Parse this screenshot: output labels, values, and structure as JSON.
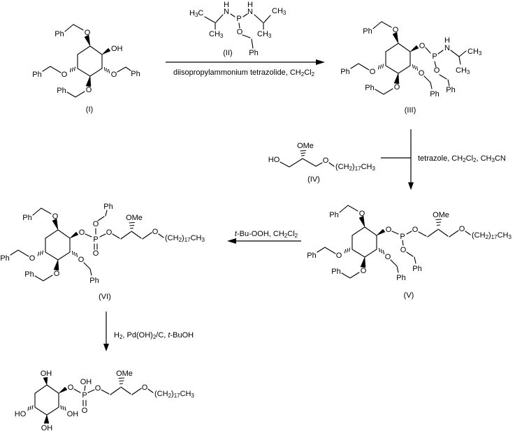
{
  "t": {
    "Ph": "Ph",
    "O": "O",
    "OH": "OH",
    "HO": "HO",
    "OMe": "OMe",
    "N": "N",
    "P": "P",
    "H": "H",
    "C": "C",
    "CH": "CH",
    "sub2": "2",
    "sub3": "3",
    "sub17": "17",
    "chainA": "(CH",
    "chainB": ")"
  },
  "labels": {
    "I": "(I)",
    "II": "(II)",
    "III": "(III)",
    "IV": "(IV)",
    "V": "(V)",
    "VI": "(VI)"
  },
  "cond": {
    "step1": {
      "p1": "diisopropylammonium tetrazolide, CH",
      "s1": "2",
      "p2": "Cl",
      "s2": "2"
    },
    "step2": {
      "p1": "tetrazole, CH",
      "s1": "2",
      "p2": "Cl",
      "s2": "2",
      "p3": ", CH",
      "s3": "3",
      "p4": "CN"
    },
    "step3": {
      "i1": "t",
      "p1": "-Bu-OOH, CH",
      "s1": "2",
      "p2": "Cl",
      "s2": "2"
    },
    "step4": {
      "p1": "H",
      "s1": "2",
      "p2": ", Pd(OH)",
      "s2": "2",
      "p3": "/C, ",
      "i1": "t",
      "p4": "-BuOH"
    }
  }
}
